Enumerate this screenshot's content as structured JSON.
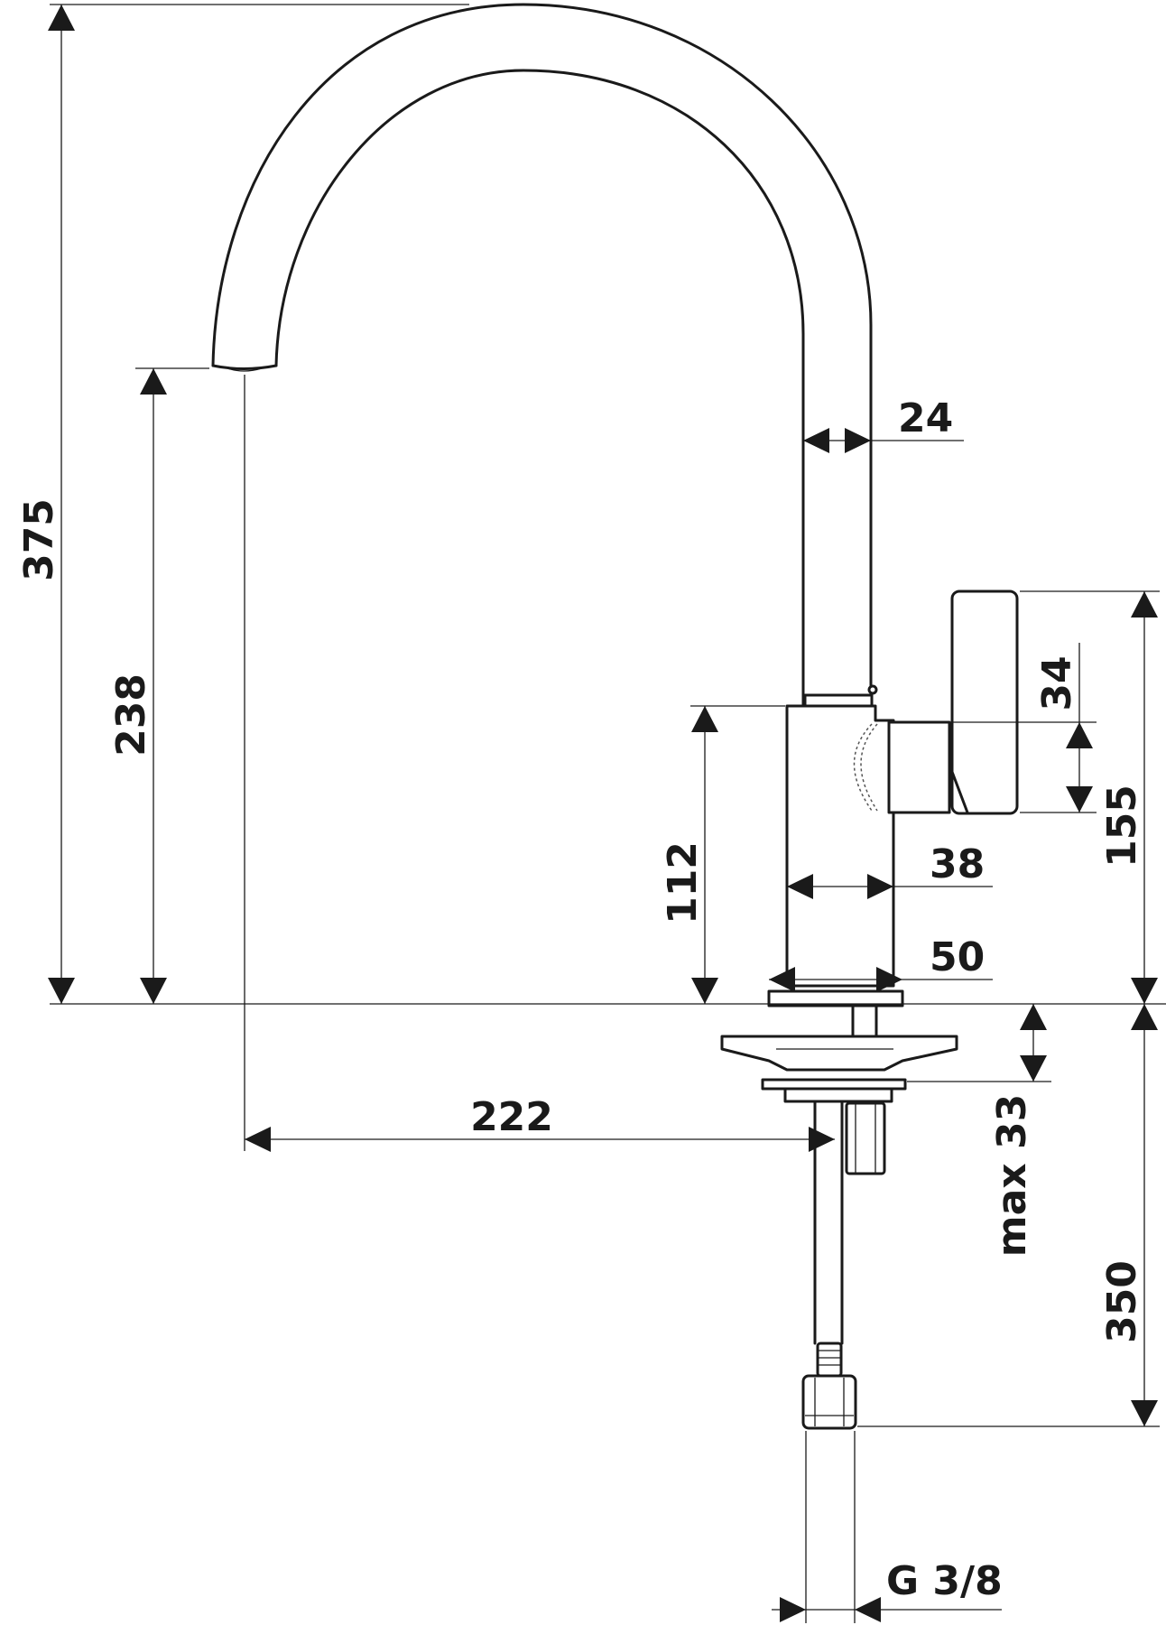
{
  "dimensions": {
    "overall_height": "375",
    "spout_outlet_height": "238",
    "spout_tube_diameter": "24",
    "lever_width": "34",
    "lever_top_height": "155",
    "body_height": "112",
    "body_diameter": "38",
    "base_diameter": "50",
    "spout_reach": "222",
    "max_counter_thickness": "max 33",
    "hose_length": "350",
    "connection_thread": "G 3/8"
  },
  "colors": {
    "line": "#1a1a1a",
    "background": "#ffffff"
  }
}
